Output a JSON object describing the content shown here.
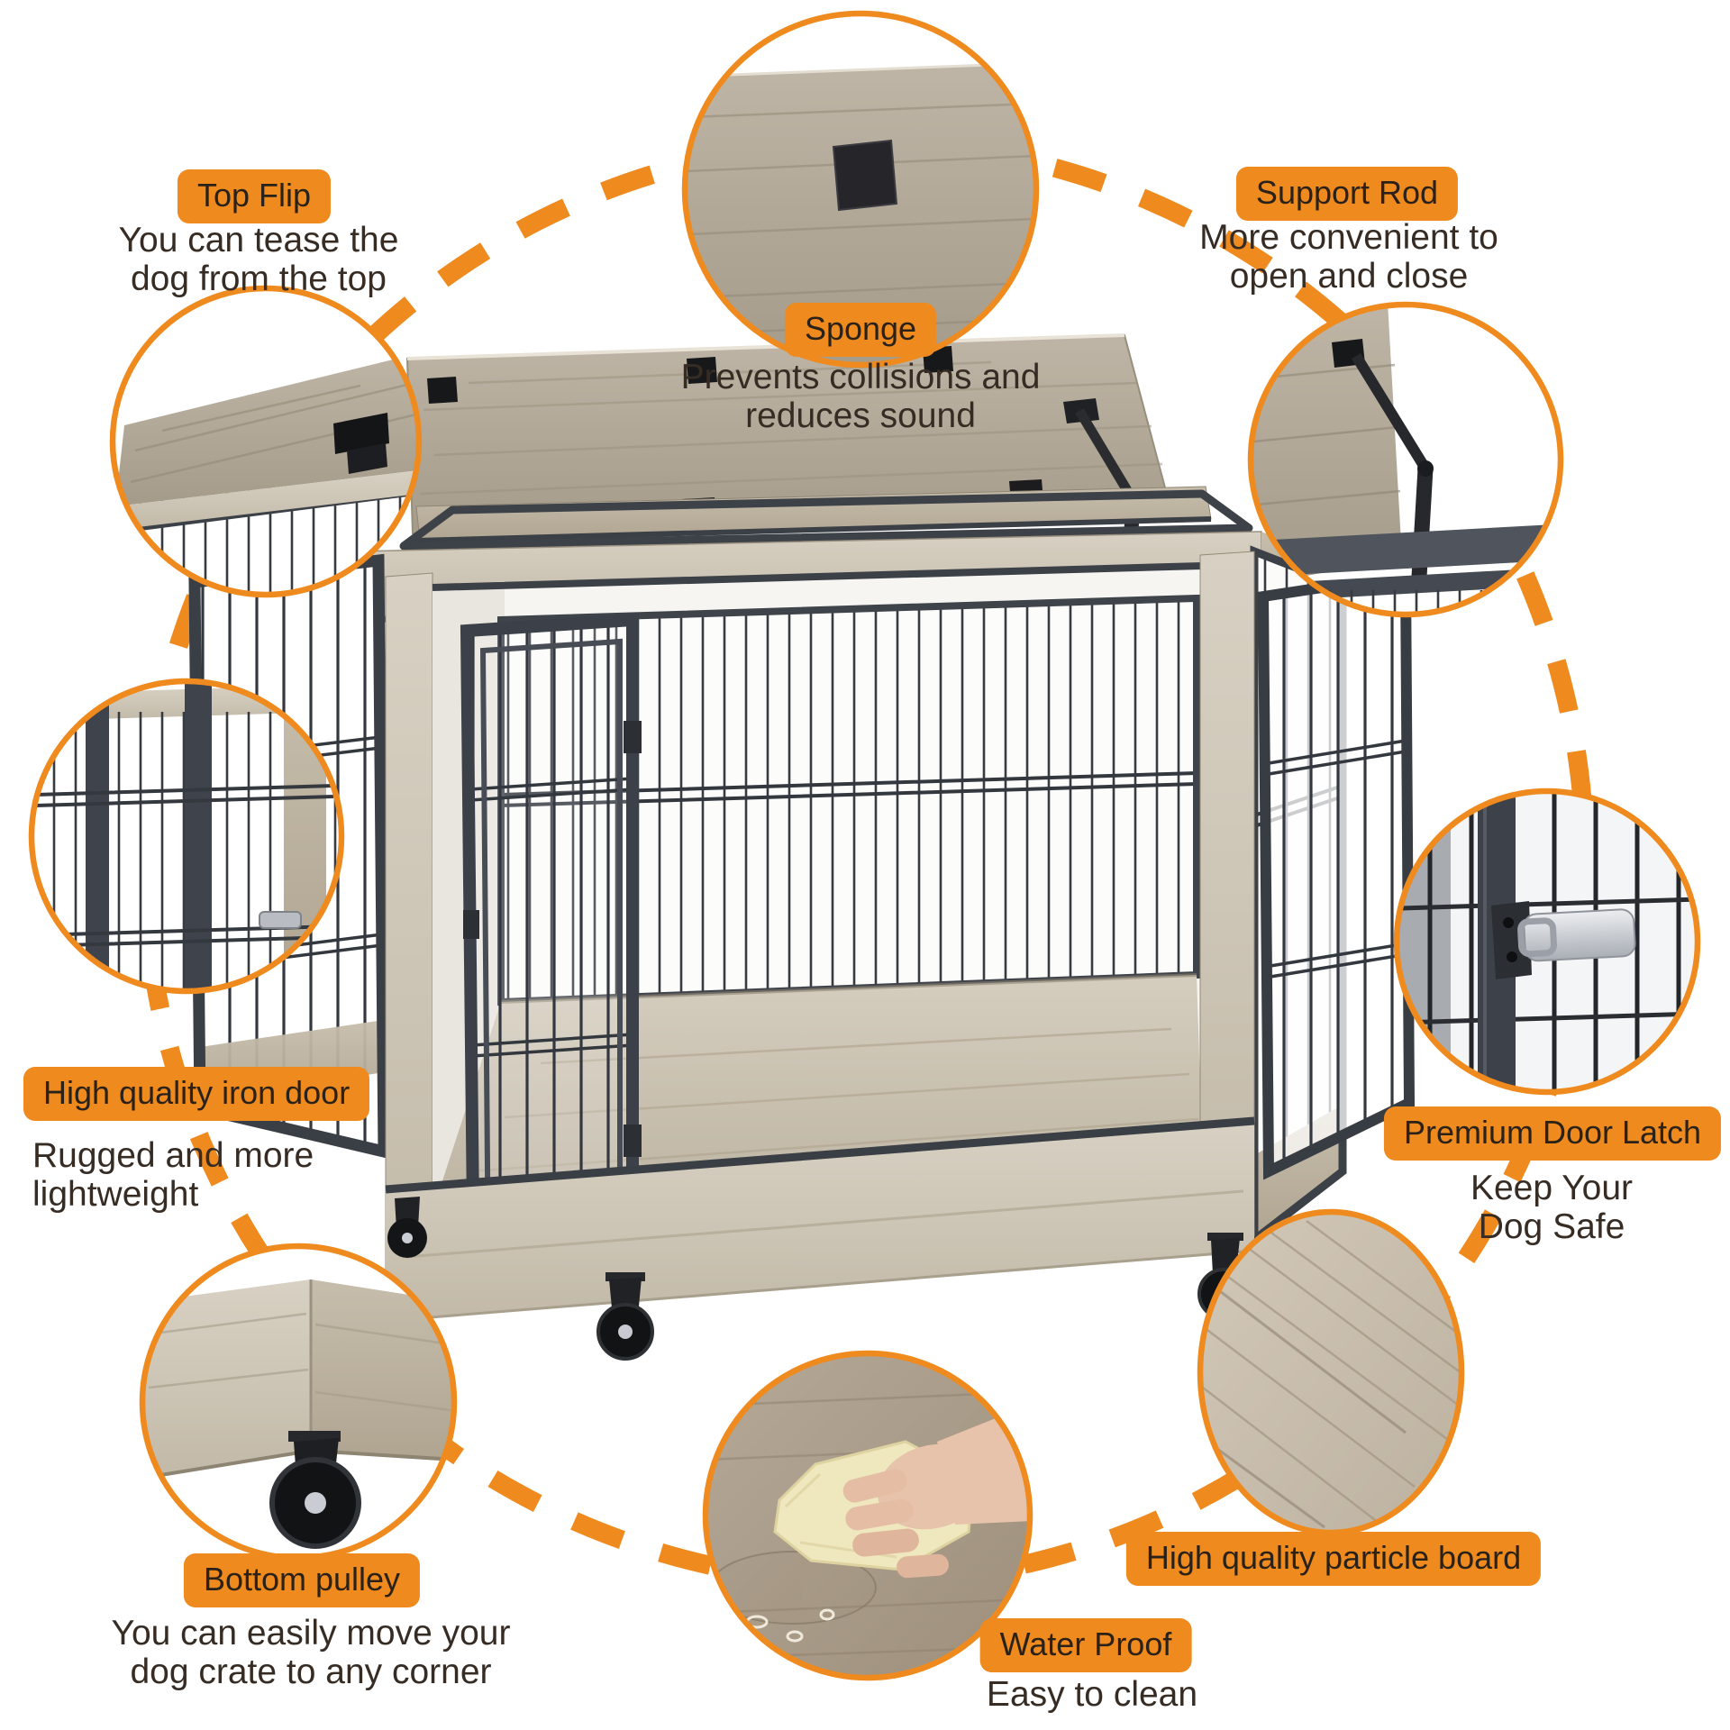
{
  "colors": {
    "accent_orange": "#EF8A1E",
    "ink": "#362c24",
    "wood": "#c3baa9",
    "frame_gray": "#3c4148"
  },
  "callouts": {
    "top_flip": {
      "label": "Top Flip",
      "desc": "You can tease the\ndog from the top"
    },
    "sponge": {
      "label": "Sponge",
      "desc": "Prevents collisions and\nreduces sound"
    },
    "support_rod": {
      "label": "Support Rod",
      "desc": "More convenient to\nopen and close"
    },
    "iron_door": {
      "label": "High quality iron door",
      "desc": "Rugged and more\nlightweight"
    },
    "door_latch": {
      "label": "Premium Door Latch",
      "desc": "Keep Your Dog Safe"
    },
    "bottom_pulley": {
      "label": "Bottom pulley",
      "desc": "You can easily move your\ndog crate to any corner"
    },
    "water_proof": {
      "label": "Water Proof",
      "desc": "Easy to clean"
    },
    "particle_board": {
      "label": "High quality particle board",
      "desc": ""
    }
  }
}
